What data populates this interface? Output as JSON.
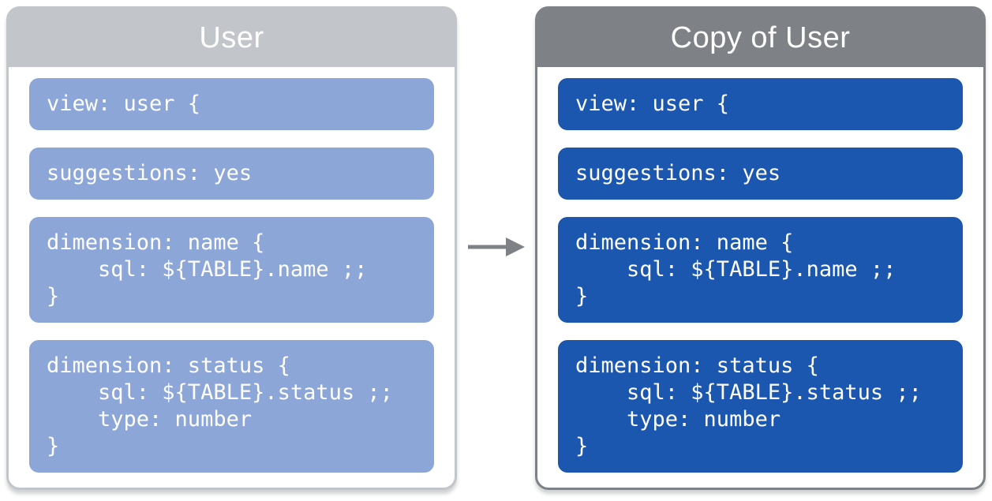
{
  "colors": {
    "background": "#ffffff",
    "left_header": "#c2c5c9",
    "left_border": "#c2c5c9",
    "left_block": "#8da6d8",
    "right_header": "#7e8287",
    "right_border": "#7e8287",
    "right_block": "#1b57ae",
    "arrow": "#7e8287",
    "title_text": "#ffffff",
    "code_text": "#ffffff"
  },
  "left_panel": {
    "title": "User",
    "blocks": [
      {
        "lines": [
          "view: user {"
        ]
      },
      {
        "lines": [
          "suggestions: yes"
        ]
      },
      {
        "lines": [
          "dimension: name {",
          "    sql: ${TABLE}.name ;;",
          "}"
        ]
      },
      {
        "lines": [
          "dimension: status {",
          "    sql: ${TABLE}.status ;;",
          "    type: number",
          "}"
        ]
      }
    ]
  },
  "right_panel": {
    "title": "Copy of User",
    "blocks": [
      {
        "lines": [
          "view: user {"
        ]
      },
      {
        "lines": [
          "suggestions: yes"
        ]
      },
      {
        "lines": [
          "dimension: name {",
          "    sql: ${TABLE}.name ;;",
          "}"
        ]
      },
      {
        "lines": [
          "dimension: status {",
          "    sql: ${TABLE}.status ;;",
          "    type: number",
          "}"
        ]
      }
    ]
  },
  "arrow": {
    "icon": "arrow-right-icon",
    "direction": "left-to-right"
  }
}
